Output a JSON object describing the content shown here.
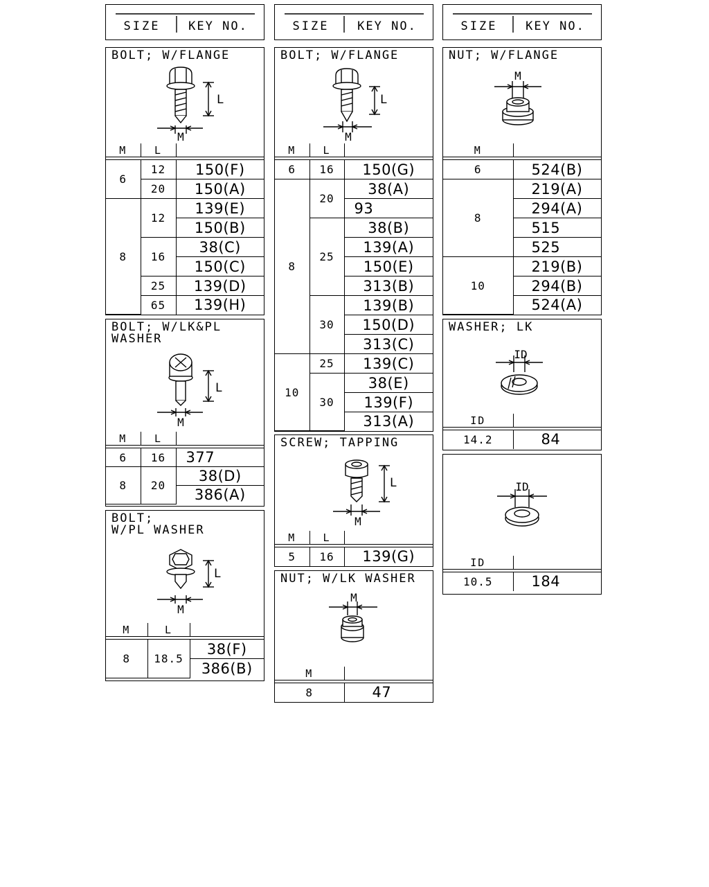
{
  "header": {
    "size": "SIZE",
    "key_no": "KEY NO."
  },
  "col_heads": {
    "m": "M",
    "l": "L",
    "id": "ID"
  },
  "dim": {
    "m": "M",
    "l": "L",
    "id": "ID"
  },
  "col1": {
    "bolt_flange": {
      "title": "BOLT; W/FLANGE",
      "rows": [
        {
          "m": "6",
          "l": "12",
          "key": "150(F)"
        },
        {
          "l": "20",
          "key": "150(A)"
        },
        {
          "m": "8",
          "l": "12",
          "key": "139(E)"
        },
        {
          "key": "150(B)"
        },
        {
          "l": "16",
          "key": "38(C)"
        },
        {
          "key": "150(C)"
        },
        {
          "l": "25",
          "key": "139(D)"
        },
        {
          "l": "65",
          "key": "139(H)"
        }
      ]
    },
    "bolt_lk_pl": {
      "title1": "BOLT; W/LK&PL",
      "title2": "WASHER",
      "rows": [
        {
          "m": "6",
          "l": "16",
          "key": "377"
        },
        {
          "m": "8",
          "l": "20",
          "key": "38(D)"
        },
        {
          "key": "386(A)"
        }
      ]
    },
    "bolt_pl": {
      "title1": "BOLT;",
      "title2": "W/PL WASHER",
      "rows": [
        {
          "m": "8",
          "l": "18.5",
          "key": "38(F)"
        },
        {
          "key": "386(B)"
        }
      ]
    }
  },
  "col2": {
    "bolt_flange": {
      "title": "BOLT; W/FLANGE",
      "rows": [
        {
          "m": "6",
          "l": "16",
          "key": "150(G)"
        },
        {
          "m": "8",
          "l": "20",
          "key": "38(A)"
        },
        {
          "key": "93"
        },
        {
          "l": "25",
          "key": "38(B)"
        },
        {
          "key": "139(A)"
        },
        {
          "key": "150(E)"
        },
        {
          "key": "313(B)"
        },
        {
          "l": "30",
          "key": "139(B)"
        },
        {
          "key": "150(D)"
        },
        {
          "key": "313(C)"
        },
        {
          "m": "10",
          "l": "25",
          "key": "139(C)"
        },
        {
          "l": "30",
          "key": "38(E)"
        },
        {
          "key": "139(F)"
        },
        {
          "key": "313(A)"
        }
      ]
    },
    "screw_tapping": {
      "title": "SCREW; TAPPING",
      "rows": [
        {
          "m": "5",
          "l": "16",
          "key": "139(G)"
        }
      ]
    },
    "nut_lk": {
      "title": "NUT; W/LK WASHER",
      "rows": [
        {
          "m": "8",
          "key": "47"
        }
      ]
    }
  },
  "col3": {
    "nut_flange": {
      "title": "NUT; W/FLANGE",
      "rows": [
        {
          "m": "6",
          "key": "524(B)"
        },
        {
          "m": "8",
          "key": "219(A)"
        },
        {
          "key": "294(A)"
        },
        {
          "key": "515"
        },
        {
          "key": "525"
        },
        {
          "m": "10",
          "key": "219(B)"
        },
        {
          "key": "294(B)"
        },
        {
          "key": "524(A)"
        }
      ]
    },
    "washer_lk": {
      "title": "WASHER; LK",
      "rows": [
        {
          "id": "14.2",
          "key": "84"
        }
      ]
    },
    "washer": {
      "rows": [
        {
          "id": "10.5",
          "key": "184"
        }
      ]
    }
  }
}
